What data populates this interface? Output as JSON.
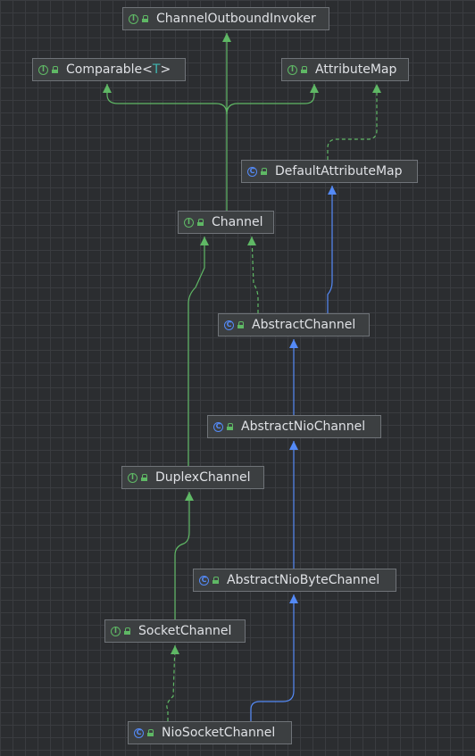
{
  "diagram": {
    "nodes": [
      {
        "id": "ChannelOutboundInvoker",
        "label": "ChannelOutboundInvoker",
        "kind": "interface"
      },
      {
        "id": "Comparable",
        "label": "Comparable",
        "type_param": "T",
        "kind": "interface"
      },
      {
        "id": "AttributeMap",
        "label": "AttributeMap",
        "kind": "interface"
      },
      {
        "id": "DefaultAttributeMap",
        "label": "DefaultAttributeMap",
        "kind": "class"
      },
      {
        "id": "Channel",
        "label": "Channel",
        "kind": "interface"
      },
      {
        "id": "AbstractChannel",
        "label": "AbstractChannel",
        "kind": "class"
      },
      {
        "id": "AbstractNioChannel",
        "label": "AbstractNioChannel",
        "kind": "class"
      },
      {
        "id": "DuplexChannel",
        "label": "DuplexChannel",
        "kind": "interface"
      },
      {
        "id": "AbstractNioByteChannel",
        "label": "AbstractNioByteChannel",
        "kind": "class"
      },
      {
        "id": "SocketChannel",
        "label": "SocketChannel",
        "kind": "interface"
      },
      {
        "id": "NioSocketChannel",
        "label": "NioSocketChannel",
        "kind": "class"
      }
    ],
    "edges": [
      {
        "from": "Channel",
        "to": "ChannelOutboundInvoker",
        "type": "extends-interface"
      },
      {
        "from": "Channel",
        "to": "Comparable",
        "type": "extends-interface"
      },
      {
        "from": "Channel",
        "to": "AttributeMap",
        "type": "extends-interface"
      },
      {
        "from": "DefaultAttributeMap",
        "to": "AttributeMap",
        "type": "implements"
      },
      {
        "from": "AbstractChannel",
        "to": "DefaultAttributeMap",
        "type": "extends-class"
      },
      {
        "from": "AbstractChannel",
        "to": "Channel",
        "type": "implements"
      },
      {
        "from": "AbstractNioChannel",
        "to": "AbstractChannel",
        "type": "extends-class"
      },
      {
        "from": "DuplexChannel",
        "to": "Channel",
        "type": "extends-interface"
      },
      {
        "from": "AbstractNioByteChannel",
        "to": "AbstractNioChannel",
        "type": "extends-class"
      },
      {
        "from": "SocketChannel",
        "to": "DuplexChannel",
        "type": "extends-interface"
      },
      {
        "from": "NioSocketChannel",
        "to": "SocketChannel",
        "type": "implements"
      },
      {
        "from": "NioSocketChannel",
        "to": "AbstractNioByteChannel",
        "type": "extends-class"
      }
    ],
    "colors": {
      "extends_interface": "#5fb865",
      "implements": "#5fb865",
      "extends_class": "#548af7",
      "background": "#2b2d30",
      "node_fill": "#3c3f41",
      "node_border": "#6f7378",
      "label_text": "#dfe1e5",
      "type_param": "#40b6b0"
    },
    "icons": {
      "interface": "interface-badge-icon",
      "class": "class-badge-icon",
      "visibility": "public-lock-icon"
    }
  }
}
